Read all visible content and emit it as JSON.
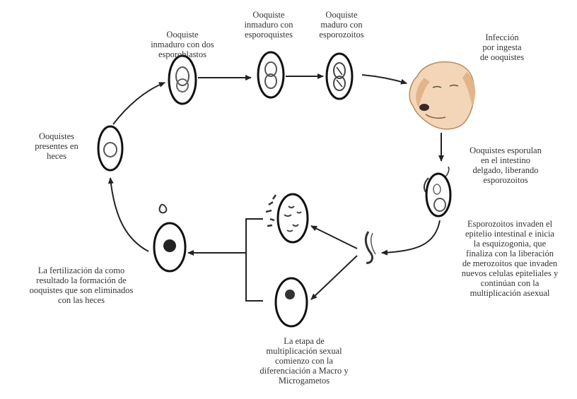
{
  "labels": {
    "immature_two": [
      "Ooquiste",
      "inmaduro con dos",
      "esporoblastos"
    ],
    "immature_spor": [
      "Ooquiste",
      "inmaduro con",
      "esporoquistes"
    ],
    "mature": [
      "Ooquiste",
      "maduro con",
      "esporozoitos"
    ],
    "infection": [
      "Infección",
      "por ingesta",
      "de ooquistes"
    ],
    "feces": [
      "Ooquistes",
      "presentes en",
      "heces"
    ],
    "excyst": [
      "Ooquistes esporulan",
      "en el intestino",
      "delgado, liberando",
      "esporozoitos"
    ],
    "invade": [
      "Esporozoitos invaden el",
      "epitelio intestinal e inicia",
      "la esquizogonia, que",
      "finaliza con la liberación",
      "de merozoitos que invaden",
      "nuevos celulas epiteliales y",
      "continúan con la",
      "multiplicación asexual"
    ],
    "fertilization": [
      "La fertilización da como",
      "resultado la formación de",
      "ooquistes que son eliminados",
      "con las heces"
    ],
    "sexual": [
      "La etapa de",
      "multiplicación sexual",
      "comienzo con la",
      "diferenciación a Macro y",
      "Microgametos"
    ]
  }
}
